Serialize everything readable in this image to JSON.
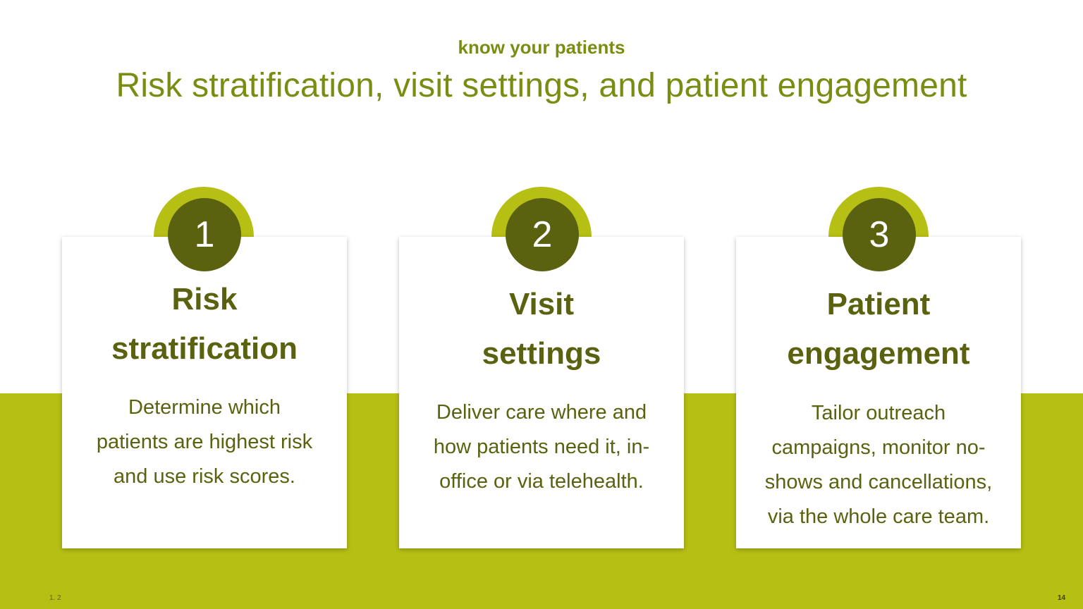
{
  "header": {
    "kicker": "know your patients",
    "title": "Risk stratification, visit settings, and patient engagement"
  },
  "cards": [
    {
      "number": "1",
      "title_line1": "Risk",
      "title_line2": "stratification",
      "desc_lines": [
        "Determine which",
        "patients are highest risk",
        "and use risk scores."
      ]
    },
    {
      "number": "2",
      "title_line1": "Visit",
      "title_line2": "settings",
      "desc_lines": [
        "Deliver care where and",
        "how patients need it, in-",
        "office or via telehealth."
      ]
    },
    {
      "number": "3",
      "title_line1": "Patient",
      "title_line2": "engagement",
      "desc_lines": [
        "Tailor outreach",
        "campaigns, monitor no-",
        "shows and cancellations,",
        "via the whole care team."
      ]
    }
  ],
  "footer": {
    "left": "1.  2",
    "page_number": "14"
  },
  "colors": {
    "accent": "#b5bf14",
    "dark": "#5a6210",
    "title": "#7b8c12"
  }
}
